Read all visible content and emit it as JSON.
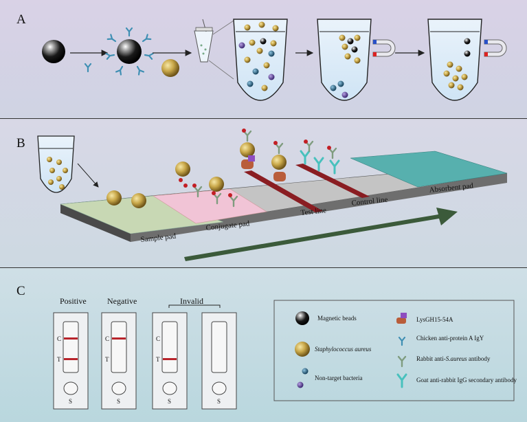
{
  "panel_a": {
    "label": "A"
  },
  "panel_b": {
    "label": "B",
    "pads": {
      "sample": "Sample pad",
      "conjugate": "Conjugate pad",
      "test": "Test line",
      "control": "Control line",
      "absorbent": "Absorbent pad"
    }
  },
  "panel_c": {
    "label": "C",
    "groups": {
      "positive": "Positive",
      "negative": "Negative",
      "invalid": "Invalid"
    },
    "cassette": {
      "c_mark": "C",
      "t_mark": "T",
      "s_mark": "S"
    },
    "legend": {
      "magnetic_beads": "Magnetic beads",
      "staph": "Staphylococcus aureus",
      "non_target": "Non-target bacteria",
      "lys": "LysGH15-54A",
      "chicken": "Chicken anti-protein A IgY",
      "rabbit": "Rabbit anti-",
      "rabbit_italic": "S.aureus",
      "rabbit_tail": " antibody",
      "goat": "Goat anti-rabbit IgG secondary antibody"
    }
  },
  "colors": {
    "gold": "#c9a84a",
    "red_line": "#b8232a",
    "arrow": "#3b5a3a"
  }
}
